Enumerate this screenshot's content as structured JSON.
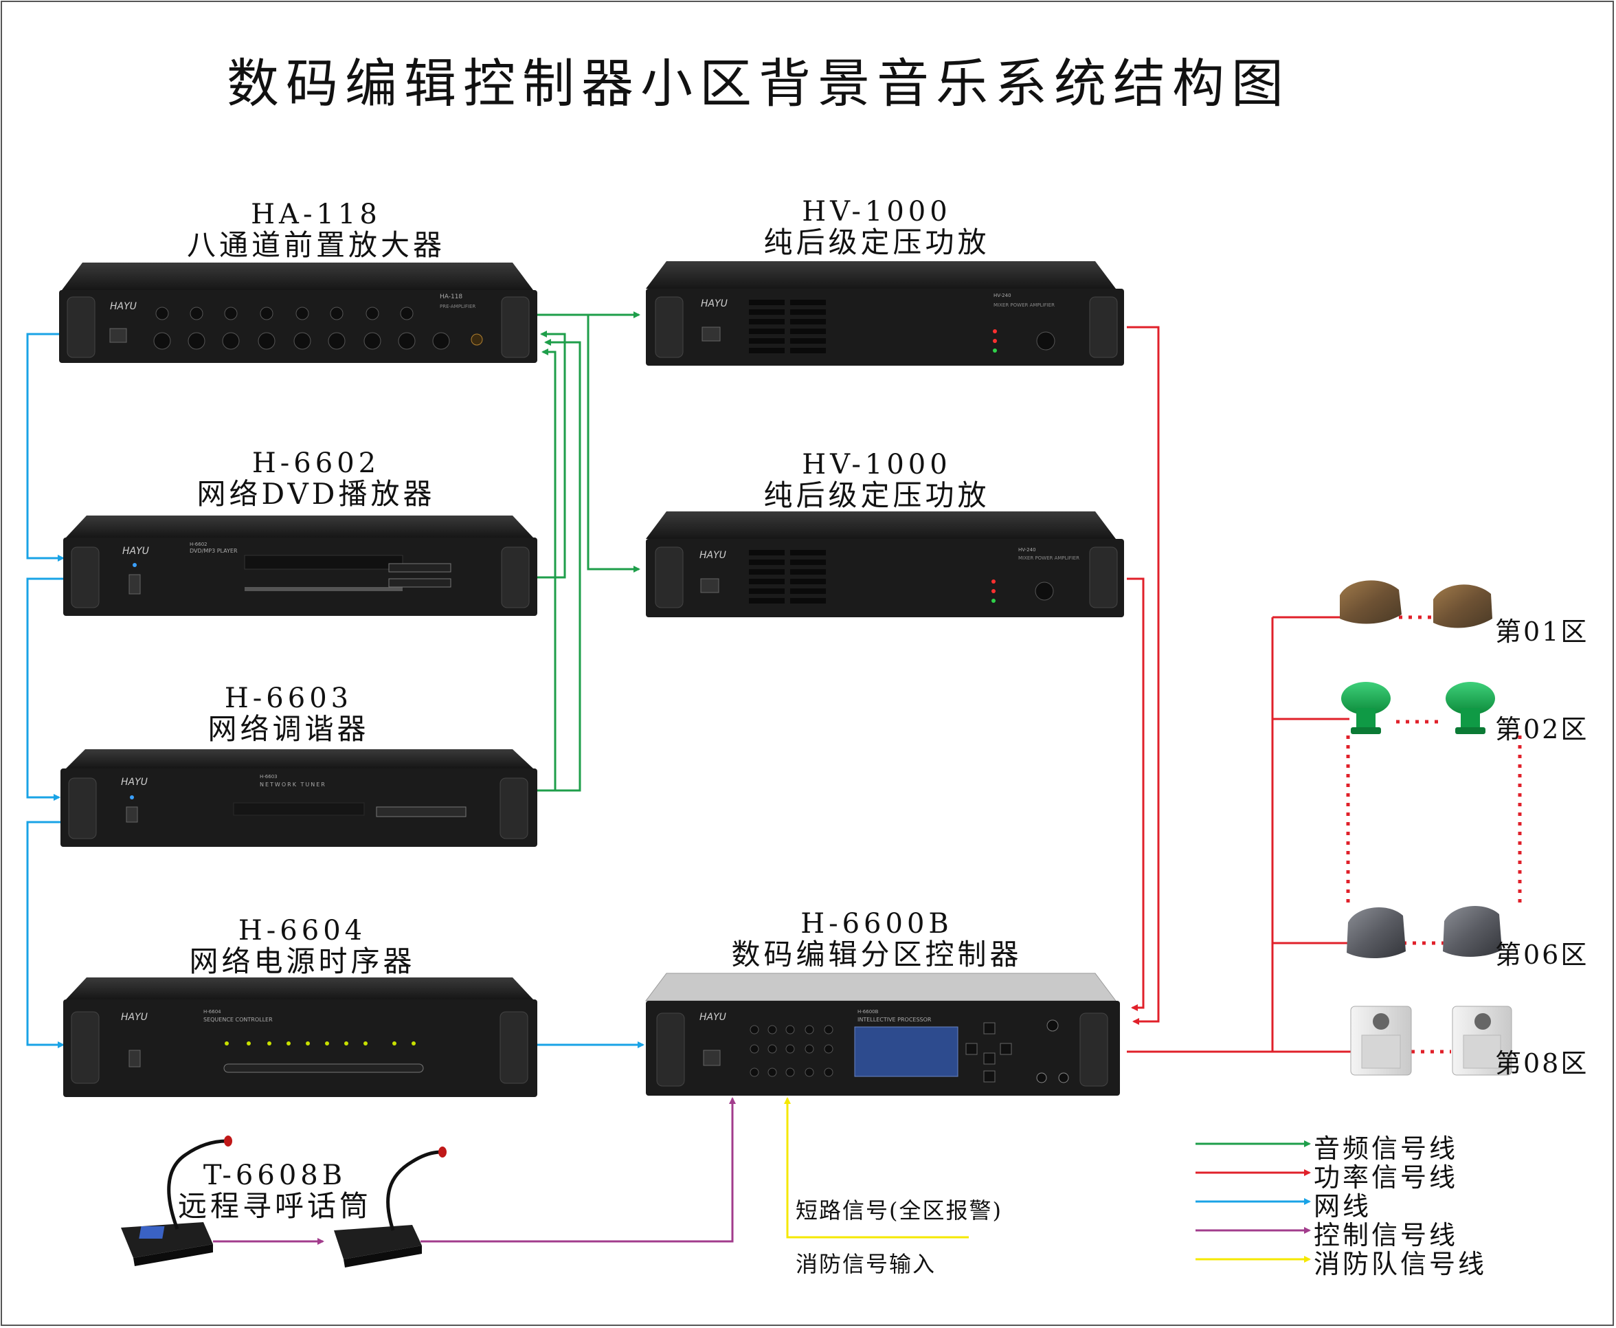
{
  "title": "数码编辑控制器小区背景音乐系统结构图",
  "colors": {
    "audio": "#1e9e4a",
    "power": "#e0202a",
    "network": "#19a3e6",
    "control": "#a23c8c",
    "fire": "#f5e800",
    "device": "#1b1b1b"
  },
  "devices": [
    {
      "model": "HA-118",
      "name": "八通道前置放大器",
      "panel_model": "HA-118",
      "panel_sub": "PRE-AMPLIFIER",
      "brand": "HAYU"
    },
    {
      "model": "H-6602",
      "name": "网络DVD播放器",
      "panel_model": "H-6602",
      "panel_sub": "DVD/MP3 PLAYER",
      "brand": "HAYU"
    },
    {
      "model": "H-6603",
      "name": "网络调谐器",
      "panel_model": "H-6603",
      "panel_sub": "NETWORK TUNER",
      "brand": "HAYU"
    },
    {
      "model": "H-6604",
      "name": "网络电源时序器",
      "panel_model": "H-6604",
      "panel_sub": "SEQUENCE CONTROLLER",
      "brand": "HAYU"
    },
    {
      "model": "HV-1000",
      "name": "纯后级定压功放",
      "panel_model": "HV-240",
      "panel_sub": "MIXER POWER AMPLIFIER",
      "brand": "HAYU"
    },
    {
      "model": "HV-1000",
      "name": "纯后级定压功放",
      "panel_model": "HV-240",
      "panel_sub": "MIXER POWER AMPLIFIER",
      "brand": "HAYU"
    },
    {
      "model": "H-6600B",
      "name": "数码编辑分区控制器",
      "panel_model": "H-6600B",
      "panel_sub": "INTELLECTIVE PROCESSOR",
      "brand": "HAYU"
    }
  ],
  "mic": {
    "model": "T-6608B",
    "name": "远程寻呼话筒"
  },
  "fire_notes": [
    "短路信号(全区报警)",
    "消防信号输入"
  ],
  "zones": [
    "第01区",
    "第02区",
    "第06区",
    "第08区"
  ],
  "legend": [
    {
      "label": "音频信号线",
      "color_key": "audio"
    },
    {
      "label": "功率信号线",
      "color_key": "power"
    },
    {
      "label": "网线",
      "color_key": "network"
    },
    {
      "label": "控制信号线",
      "color_key": "control"
    },
    {
      "label": "消防队信号线",
      "color_key": "fire"
    }
  ]
}
